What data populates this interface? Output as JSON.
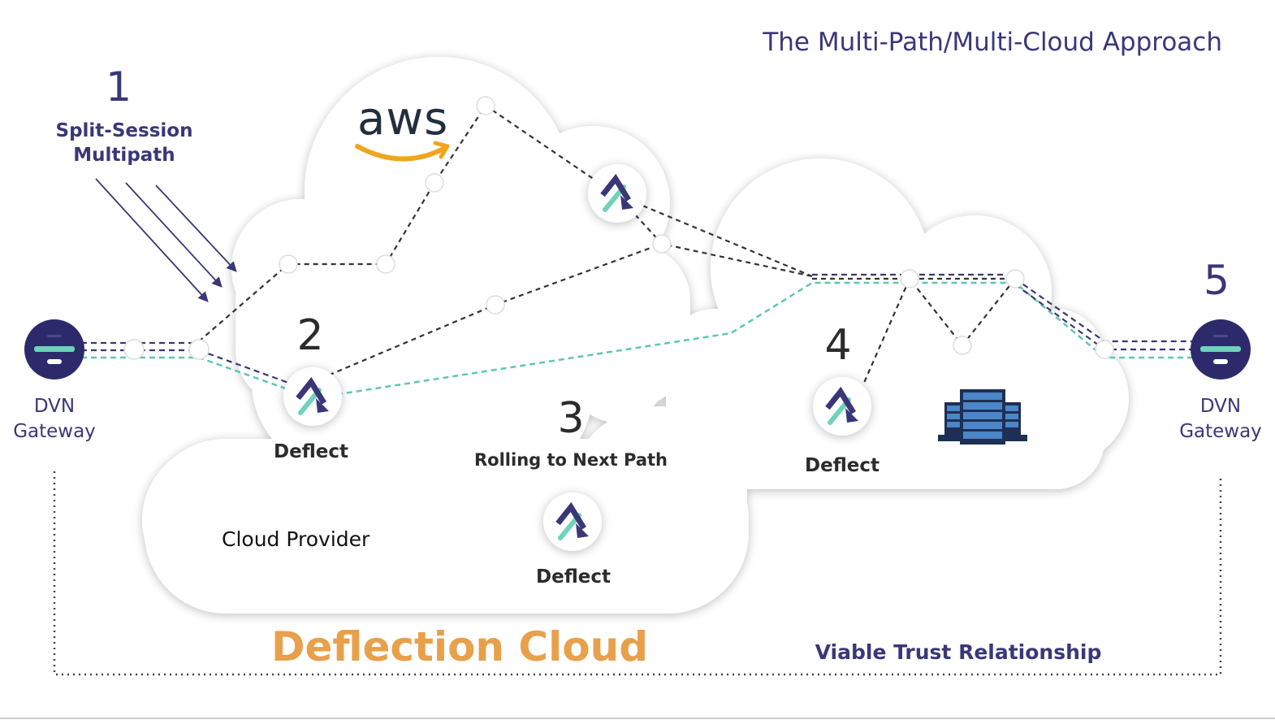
{
  "title": "The Multi-Path/Multi-Cloud Approach",
  "steps": {
    "s1": {
      "number": "1",
      "line1": "Split-Session",
      "line2": "Multipath"
    },
    "s2": {
      "number": "2",
      "label": "Deflect"
    },
    "s3": {
      "number": "3",
      "label": "Rolling to Next Path",
      "deflect": "Deflect"
    },
    "s4": {
      "number": "4",
      "label": "Deflect"
    },
    "s5": {
      "number": "5"
    }
  },
  "gateway_left": {
    "line1": "DVN",
    "line2": "Gateway"
  },
  "gateway_right": {
    "line1": "DVN",
    "line2": "Gateway"
  },
  "aws_logo": "aws",
  "cloud_provider": "Cloud Provider",
  "deflection_cloud": "Deflection Cloud",
  "trust": "Viable Trust Relationship",
  "colors": {
    "navy": "#3a3778",
    "teal": "#5ec7b0",
    "orange": "#e8a04a",
    "aws_orange": "#f0a51d",
    "server_blue": "#3f6fa8"
  },
  "icons": [
    "deflect-icon",
    "server-icon",
    "gateway-icon",
    "aws-logo"
  ]
}
